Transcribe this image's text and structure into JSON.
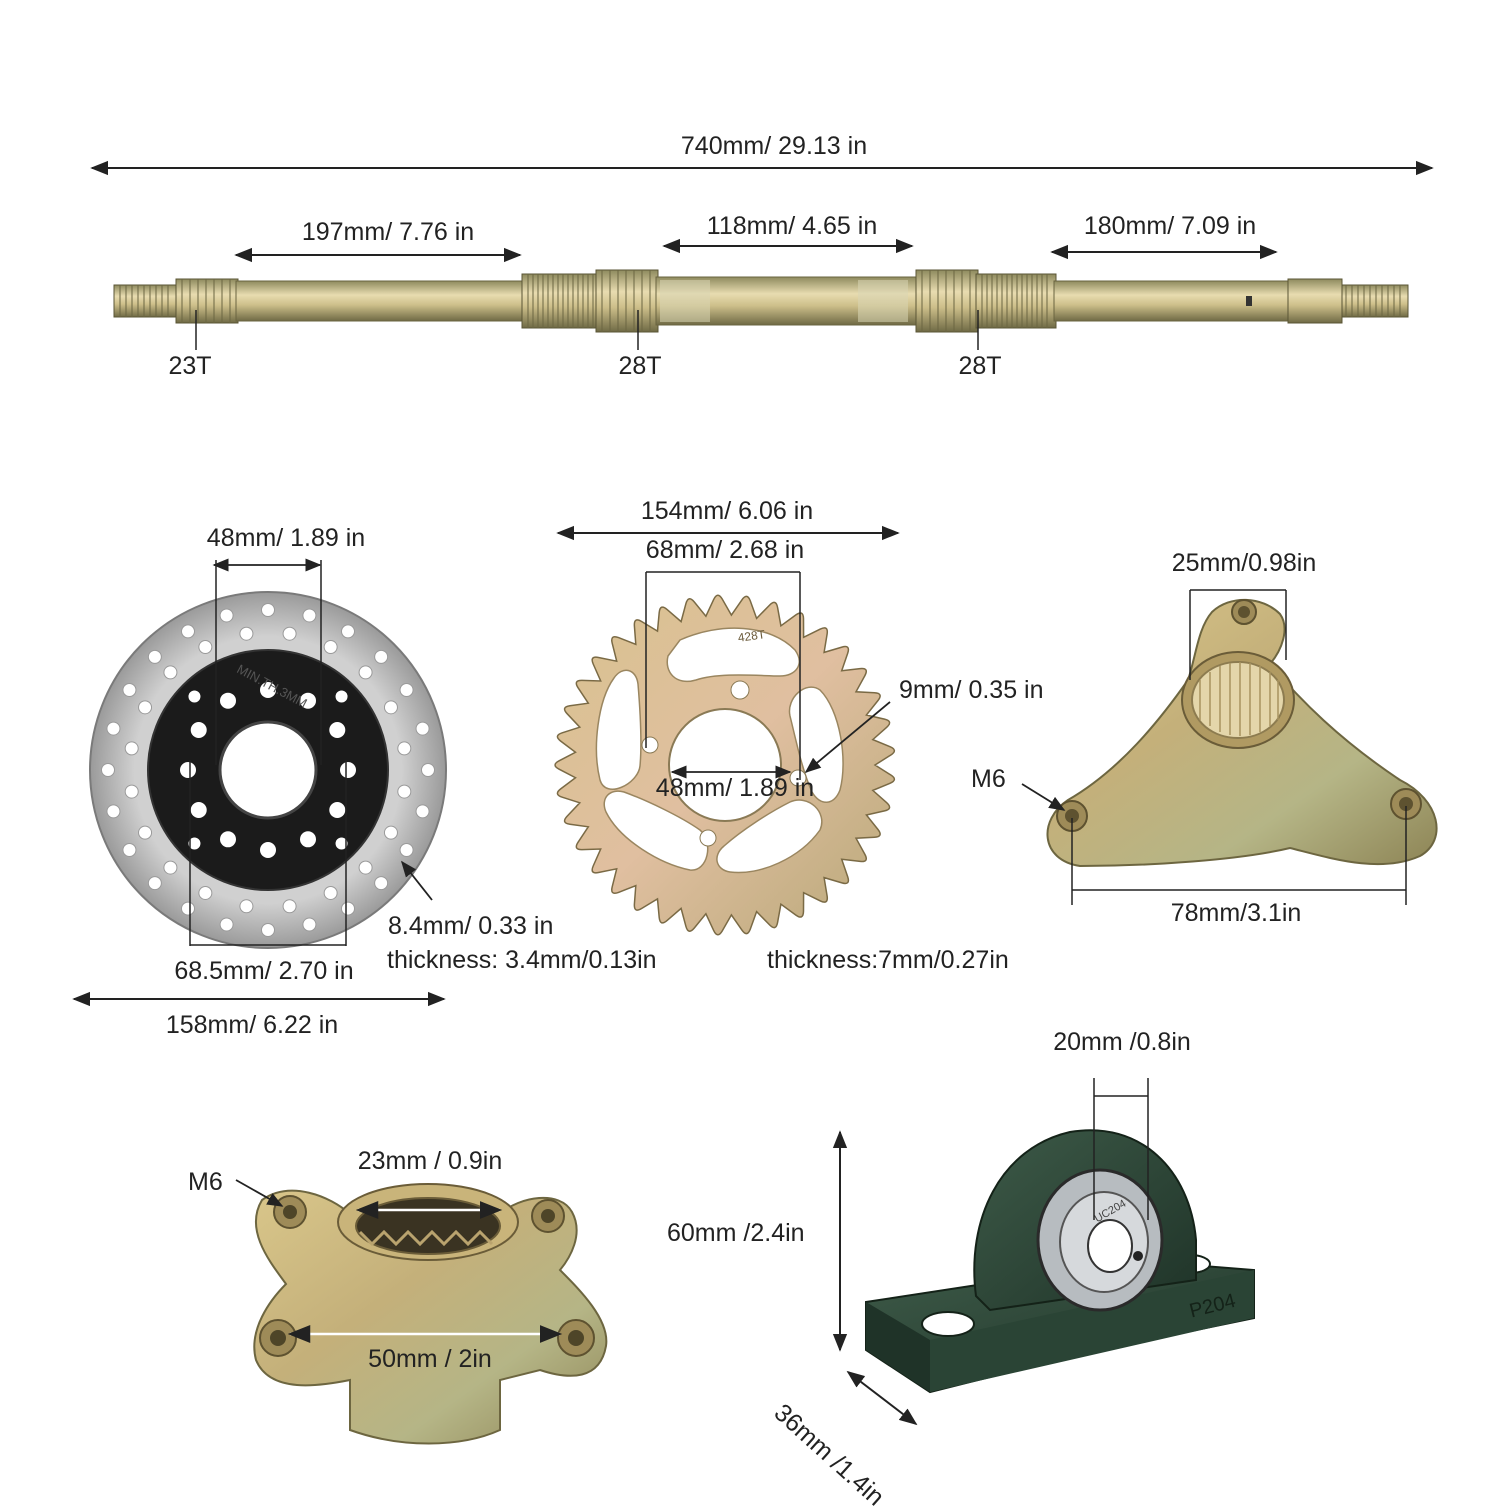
{
  "axle": {
    "overall_length": "740mm/ 29.13 in",
    "left_segment": "197mm/ 7.76 in",
    "center_segment": "118mm/ 4.65 in",
    "right_segment": "180mm/ 7.09 in",
    "spline_left": "23T",
    "spline_mid_left": "28T",
    "spline_mid_right": "28T"
  },
  "brake_disc": {
    "inner_hole_spacing": "48mm/ 1.89 in",
    "bolt_circle": "68.5mm/ 2.70 in",
    "outer_diameter": "158mm/ 6.22 in",
    "hole_size": "8.4mm/ 0.33 in",
    "thickness": "thickness: 3.4mm/0.13in",
    "stamp": "MIN.TH.3MM"
  },
  "sprocket": {
    "outer_diameter": "154mm/ 6.06 in",
    "bolt_spacing": "68mm/ 2.68 in",
    "hole_size": "9mm/ 0.35 in",
    "center_bore": "48mm/ 1.89 in",
    "thickness": "thickness:7mm/0.27in",
    "stamp": "428T"
  },
  "three_bolt_hub": {
    "bore": "25mm/0.98in",
    "thread": "M6",
    "bolt_spacing": "78mm/3.1in"
  },
  "four_bolt_hub": {
    "thread": "M6",
    "bore": "23mm / 0.9in",
    "bolt_spacing": "50mm / 2in"
  },
  "pillow_block": {
    "bore": "20mm /0.8in",
    "height": "60mm /2.4in",
    "width": "36mm /1.4in",
    "stamp_housing": "P204",
    "stamp_bearing": "UC204"
  },
  "colors": {
    "metal_gold": "#c9b27a",
    "metal_green": "#b8b88a",
    "rotor_steel": "#c8c8c8",
    "carrier_black": "#1a1a1a",
    "housing_green": "#2f4a3a",
    "dimension_line": "#222222"
  }
}
